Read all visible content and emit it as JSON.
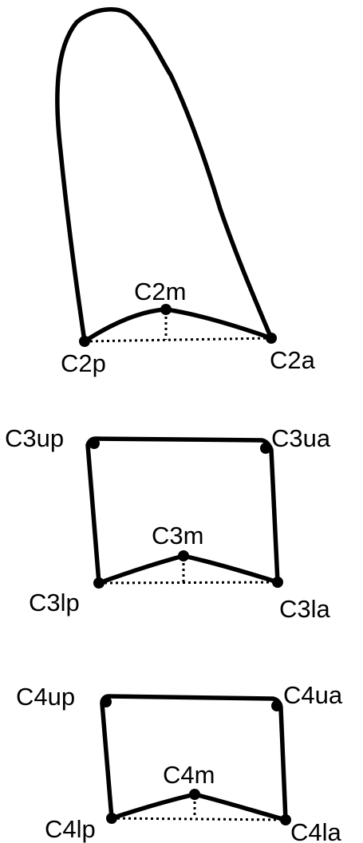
{
  "figure": {
    "vertebrae": [
      {
        "id": "C2",
        "labels": {
          "m": "C2m",
          "p": "C2p",
          "a": "C2a"
        }
      },
      {
        "id": "C3",
        "labels": {
          "m": "C3m",
          "up": "C3up",
          "ua": "C3ua",
          "lp": "C3lp",
          "la": "C3la"
        }
      },
      {
        "id": "C4",
        "labels": {
          "m": "C4m",
          "up": "C4up",
          "ua": "C4ua",
          "lp": "C4lp",
          "la": "C4la"
        }
      }
    ]
  }
}
